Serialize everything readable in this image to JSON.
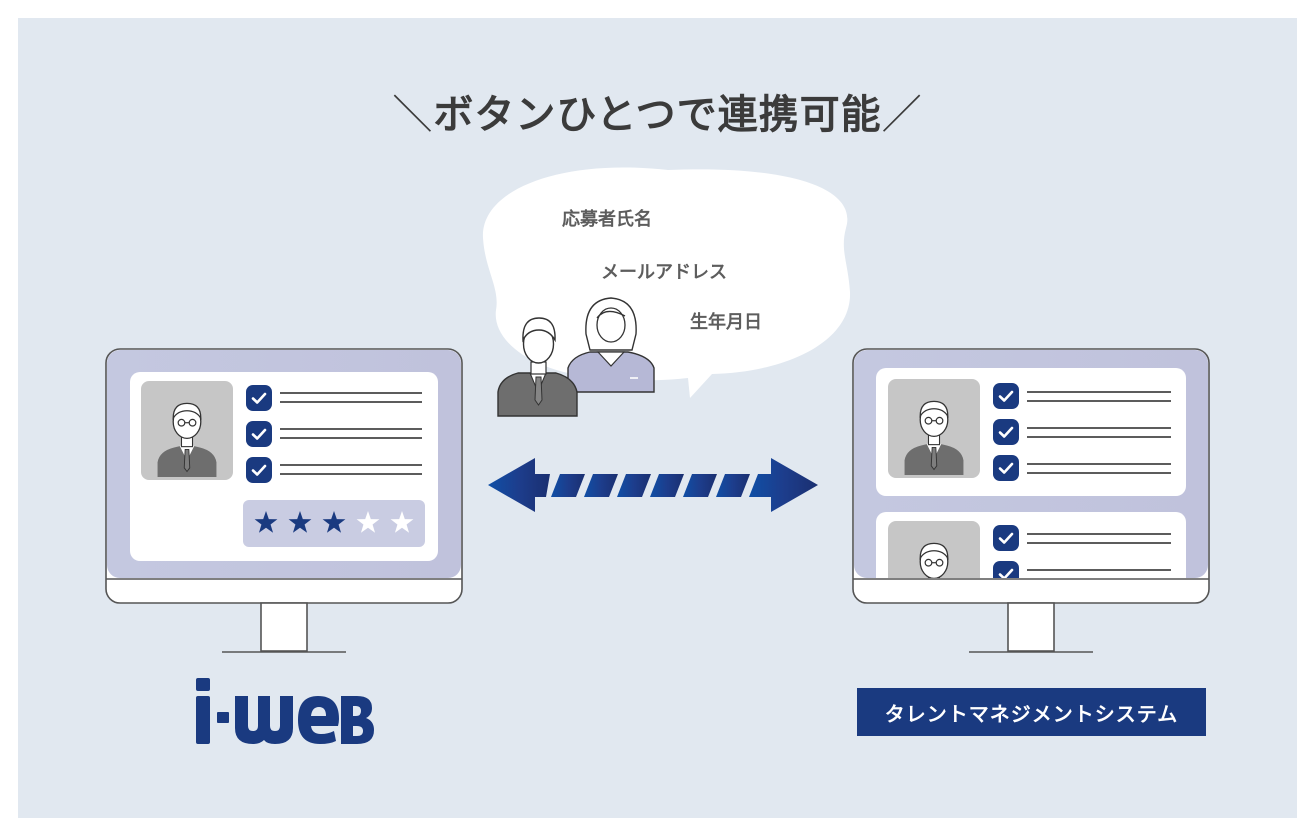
{
  "headline": {
    "left_slash": "＼",
    "text": "ボタンひとつで連携可能",
    "right_slash": "／"
  },
  "bubble": {
    "fields": [
      "応募者氏名",
      "メールアドレス",
      "生年月日"
    ]
  },
  "left_monitor": {
    "logo_text": "i-WEB",
    "rating": {
      "filled": 3,
      "total": 5
    }
  },
  "right_monitor": {
    "label": "タレントマネジメントシステム"
  },
  "colors": {
    "background": "#e1e8f0",
    "navy": "#1a3a80",
    "arrow_start": "#0f4a9e",
    "arrow_end": "#1c2f73",
    "screen": "#c3c6de"
  },
  "icons": [
    "checkbox-icon",
    "star-icon",
    "person-avatar-icon",
    "double-arrow-icon",
    "speech-bubble-icon"
  ]
}
